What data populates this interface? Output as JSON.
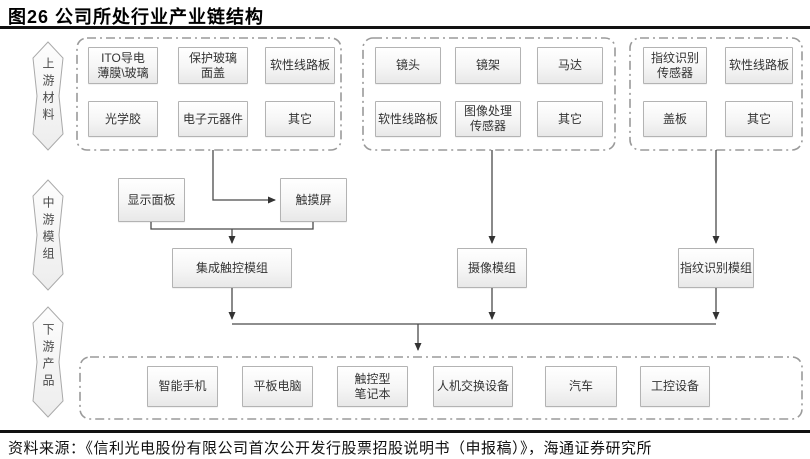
{
  "figure": {
    "title": "图26  公司所处行业产业链结构",
    "source": "资料来源：《信利光电股份有限公司首次公开发行股票招股说明书（申报稿）》，海通证券研究所"
  },
  "stages": {
    "upstream": "上游材料",
    "midstream": "中游模组",
    "downstream": "下游产品"
  },
  "upstream": {
    "touch": [
      "ITO导电\n薄膜\\玻璃",
      "保护玻璃\n面盖",
      "软性线路板",
      "光学胶",
      "电子元器件",
      "其它"
    ],
    "camera": [
      "镜头",
      "镜架",
      "马达",
      "软性线路板",
      "图像处理\n传感器",
      "其它"
    ],
    "fingerprint": [
      "指纹识别\n传感器",
      "软性线路板",
      "盖板",
      "其它"
    ]
  },
  "midstream": {
    "components": [
      "显示面板",
      "触摸屏"
    ],
    "modules": [
      "集成触控模组",
      "摄像模组",
      "指纹识别模组"
    ]
  },
  "downstream": [
    "智能手机",
    "平板电脑",
    "触控型\n笔记本",
    "人机交换设备",
    "汽车",
    "工控设备"
  ],
  "colors": {
    "line": "#4a4a4a",
    "dashed_border": "#9a9a9a",
    "node_border": "#b3b3b3"
  }
}
